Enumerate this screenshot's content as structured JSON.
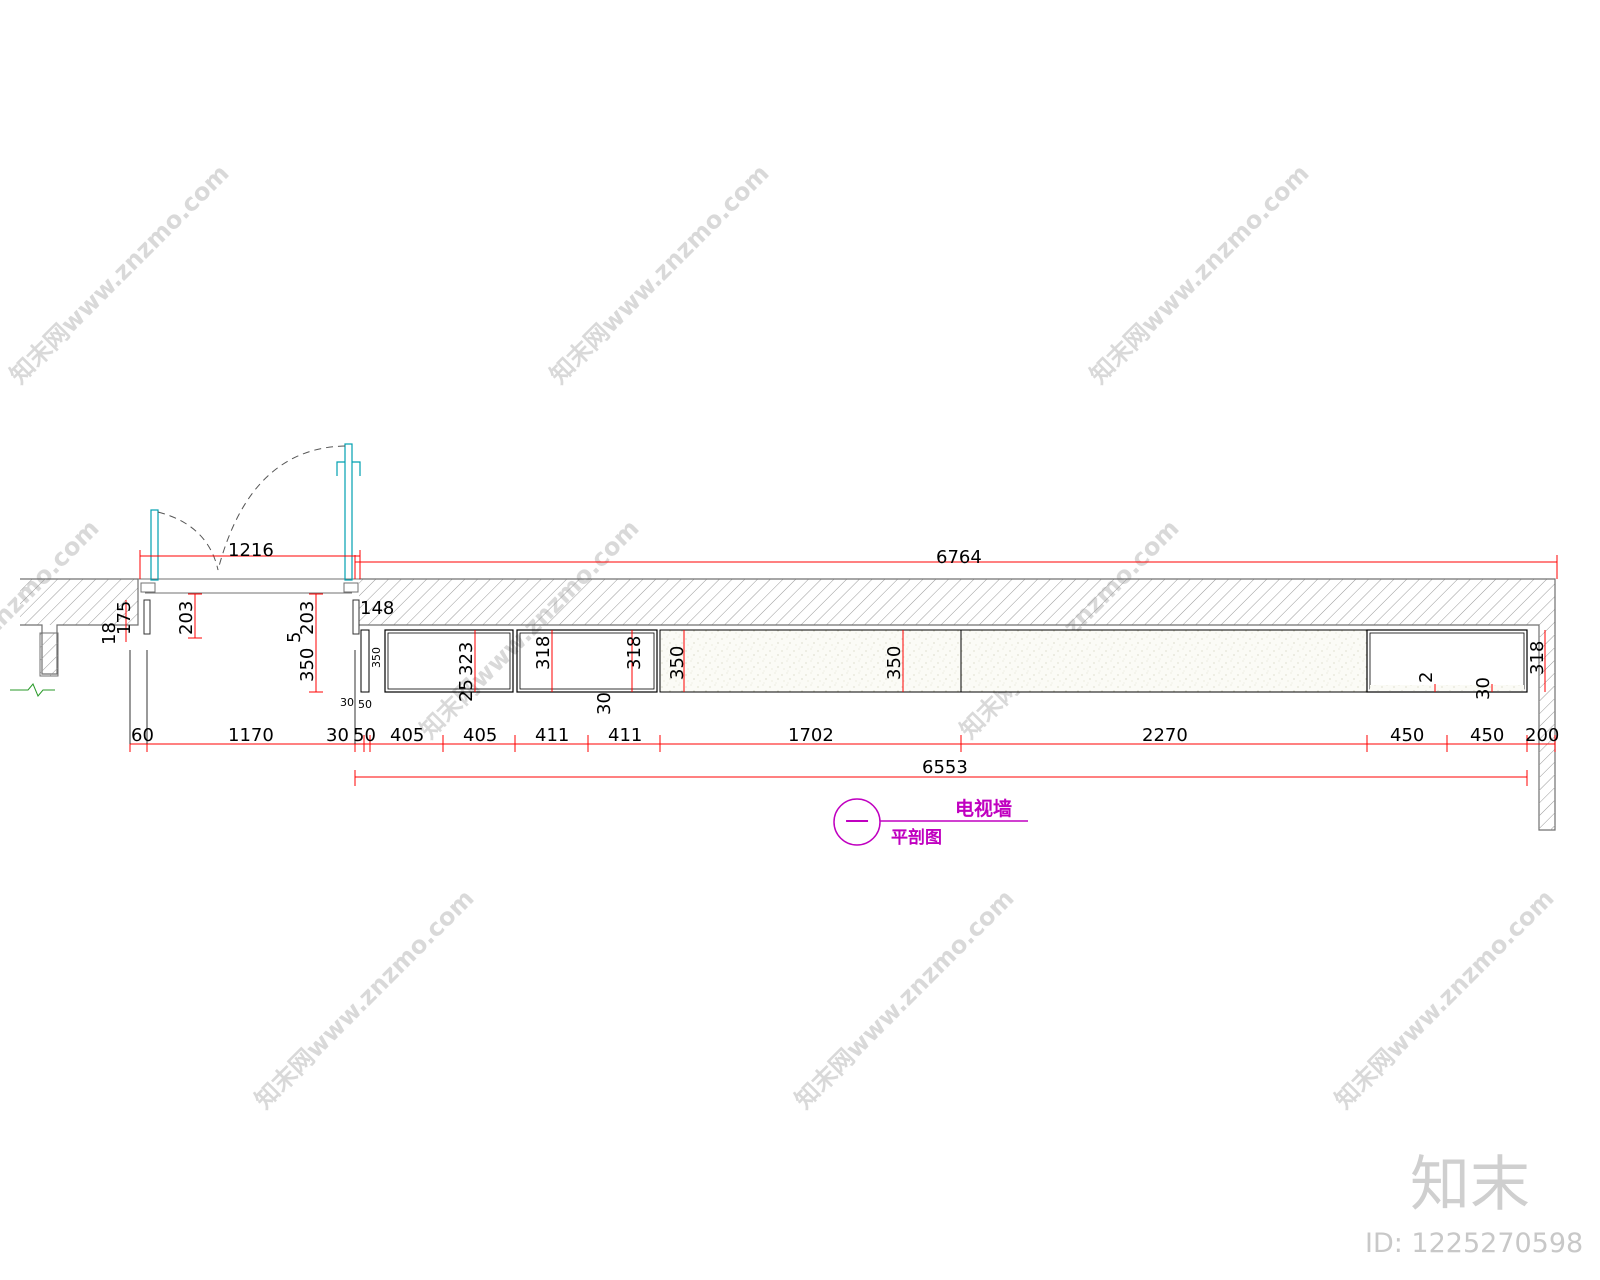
{
  "drawing": {
    "title": "电视墙",
    "subtitle": "平剖图",
    "index_mark": "一",
    "colors": {
      "dimension_line": "#ff0000",
      "annotation": "#c000c0",
      "door_frame": "#00a0b0",
      "wall_outline": "#808080",
      "hatch": "#909090"
    }
  },
  "dimensions": {
    "overall_top": "6764",
    "door_width": "1216",
    "bottom_row": [
      "60",
      "1170",
      "30",
      "50",
      "405",
      "405",
      "411",
      "411",
      "1702",
      "2270",
      "450",
      "450",
      "200"
    ],
    "overall_bottom": "6553",
    "depth_labels": {
      "d175": "175",
      "d18": "18",
      "d203_left": "203",
      "d203_right": "203",
      "d148": "148",
      "d5": "5",
      "d350_left": "350",
      "d350_cab": "350",
      "d25": "25",
      "d323": "323",
      "d318_a": "318",
      "d318_b": "318",
      "d30_a": "30",
      "d350_b": "350",
      "d350_c": "350",
      "d2": "2",
      "d30_b": "30",
      "d318_c": "318",
      "d30_small": "30",
      "d50_small": "50"
    }
  },
  "watermarks": {
    "text": "知末网www.znzmo.com"
  },
  "branding": {
    "logo_text": "知末",
    "image_id": "ID: 1225270598"
  }
}
